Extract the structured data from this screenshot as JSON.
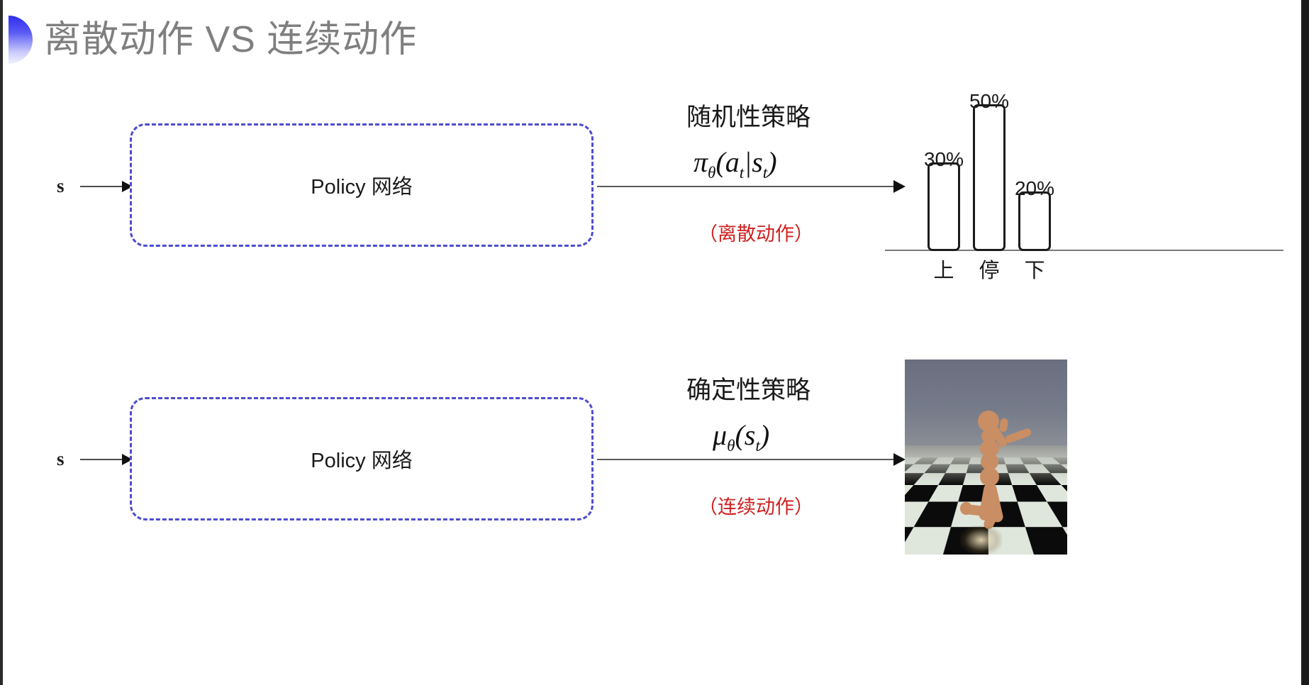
{
  "slide": {
    "title": "离散动作 VS 连续动作",
    "title_color": "#7f7f7f",
    "accent_color": "#2d2df0",
    "box_border_color": "#4d4dcf",
    "note_color": "#d02020"
  },
  "rows": [
    {
      "id": "discrete",
      "state_label": "s",
      "box_label": "Policy 网络",
      "anno_title": "随机性策略",
      "anno_formula": "π_θ(a_t|s_t)",
      "anno_formula_parts": {
        "fn": "π",
        "fn_sub": "θ",
        "open": "(",
        "arg1": "a",
        "arg1_sub": "t",
        "bar": "|",
        "arg2": "s",
        "arg2_sub": "t",
        "close": ")"
      },
      "anno_note": "（离散动作）",
      "output_kind": "bar-chart"
    },
    {
      "id": "continuous",
      "state_label": "s",
      "box_label": "Policy 网络",
      "anno_title": "确定性策略",
      "anno_formula": "μ_θ(s_t)",
      "anno_formula_parts": {
        "fn": "μ",
        "fn_sub": "θ",
        "open": "(",
        "arg1": "s",
        "arg1_sub": "t",
        "close": ")"
      },
      "anno_note": "（连续动作）",
      "output_kind": "humanoid-simulation"
    }
  ],
  "chart_data": {
    "type": "bar",
    "title": "",
    "categories": [
      "上",
      "停",
      "下"
    ],
    "values": [
      30,
      50,
      20
    ],
    "value_labels": [
      "30%",
      "50%",
      "20%"
    ],
    "xlabel": "",
    "ylabel": "",
    "ylim": [
      0,
      60
    ],
    "grid": false,
    "legend": "none",
    "bar_fill": "#ffffff",
    "bar_stroke": "#1c1c1c"
  },
  "simulation": {
    "name": "humanoid-simulation",
    "sky_color": "#6d7384",
    "floor_colors": [
      "#0b0b0b",
      "#dfe6dc"
    ],
    "body_color": "#c98e63"
  }
}
